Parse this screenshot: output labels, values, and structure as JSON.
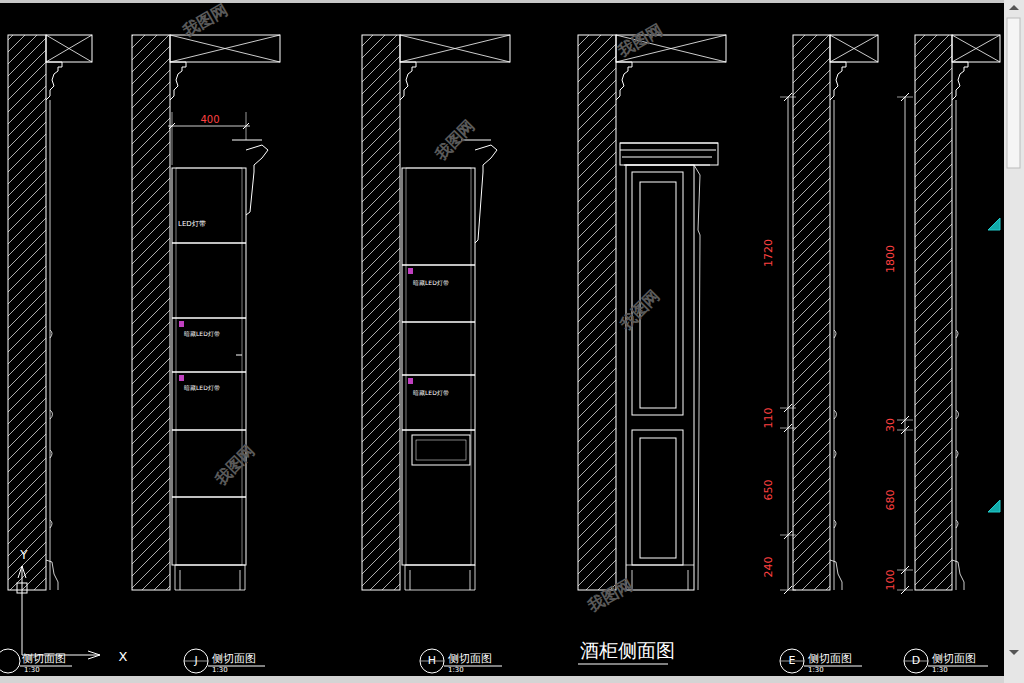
{
  "diagram": {
    "title": "酒柜侧面图",
    "labels": [
      "400",
      "LED灯带",
      "暗藏LED灯带",
      "暗藏LED灯带",
      "暗藏LED灯带",
      "暗藏LED灯带",
      "1720",
      "110",
      "650",
      "240",
      "1800",
      "30",
      "680",
      "100",
      "侧切面图",
      "1:30",
      "J",
      "侧切面图",
      "1:30",
      "H",
      "侧切面图",
      "1:30",
      "E",
      "侧切面图",
      "1:30",
      "D",
      "侧切面图",
      "1:30",
      "Y",
      "X",
      "我图网",
      "我图网",
      "我图网",
      "我图网",
      "我图网",
      "我图网"
    ]
  }
}
